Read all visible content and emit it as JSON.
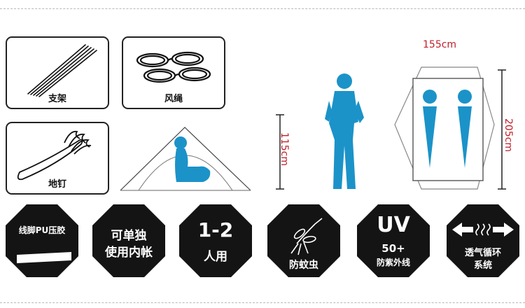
{
  "accessories": {
    "poles_label": "支架",
    "ropes_label": "风绳",
    "stakes_label": "地钉"
  },
  "dimensions": {
    "height": "115cm",
    "width": "155cm",
    "length": "205cm"
  },
  "features": [
    {
      "lines": [
        "线脚PU压胶"
      ]
    },
    {
      "lines": [
        "可单独",
        "使用内帐"
      ]
    },
    {
      "lines": [
        "1-2",
        "人用"
      ]
    },
    {
      "lines": [
        "防蚊虫"
      ]
    },
    {
      "lines": [
        "UV",
        "50+",
        "防紫外线"
      ]
    },
    {
      "lines": [
        "透气循环",
        "系统"
      ]
    }
  ],
  "colors": {
    "accent_blue": "#1b93c8",
    "dimension_red": "#c0202a",
    "hex_fill": "#141414"
  }
}
